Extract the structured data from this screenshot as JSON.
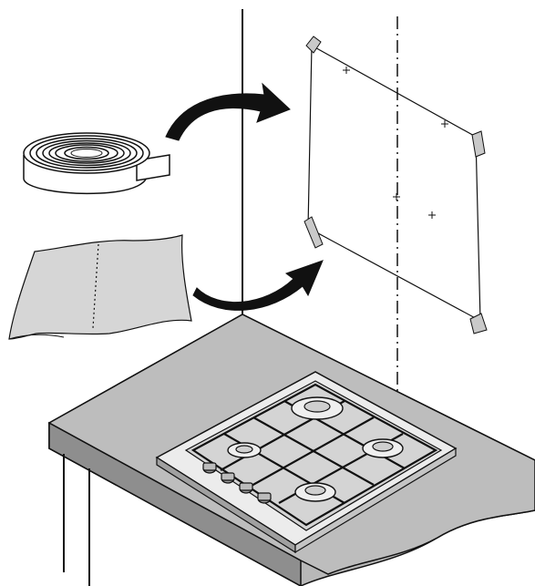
{
  "figure": {
    "kind": "installation-illustration",
    "palette": {
      "line": "#111111",
      "fill_light": "#d9d9d9",
      "fill_mid": "#b5b5b5",
      "fill_dark": "#8f8f8f",
      "paper": "#ffffff"
    },
    "elements": [
      "adhesive-tape-roll",
      "protective-sheet",
      "arrow-to-template",
      "paper-template-on-wall",
      "wall-corner-line",
      "hood-centre-line",
      "worktop",
      "gas-hob",
      "control-knobs"
    ],
    "template_marks": 4,
    "tape_corners": 4,
    "burners": 4,
    "knobs": 4
  }
}
